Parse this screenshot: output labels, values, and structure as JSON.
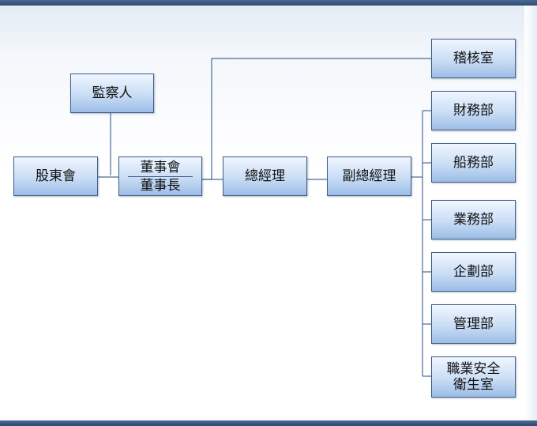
{
  "nodes": {
    "supervisor": "監察人",
    "shareholders": "股東會",
    "board": {
      "line1": "董事會",
      "line2": "董事長"
    },
    "general_manager": "總經理",
    "deputy_general_manager": "副總經理",
    "audit_office": "稽核室",
    "departments": {
      "finance": "財務部",
      "shipping": "船務部",
      "business": "業務部",
      "planning": "企劃部",
      "management": "管理部",
      "safety": {
        "line1": "職業安全",
        "line2": "衛生室"
      }
    }
  },
  "colors": {
    "border": "#3c5f8c",
    "line": "#4a6c96",
    "fill_top": "#f0f6ff",
    "fill_bottom": "#9dbde6",
    "header_bar": "#2e4a70"
  }
}
